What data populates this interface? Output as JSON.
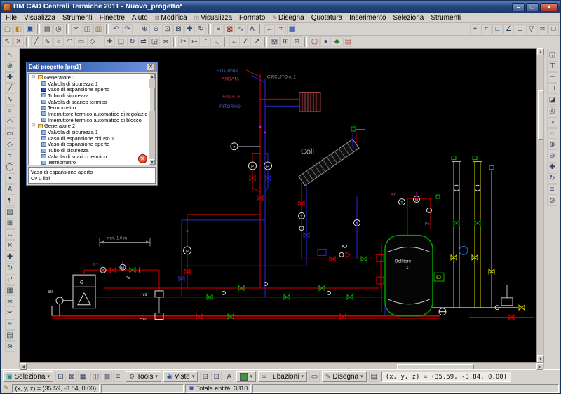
{
  "window": {
    "title": "BM CAD Centrali Termiche 2011 - Nuovo_progetto*",
    "minimize": "–",
    "maximize": "□",
    "close": "✕"
  },
  "menu": {
    "items": [
      {
        "label": "File"
      },
      {
        "label": "Visualizza"
      },
      {
        "label": "Strumenti"
      },
      {
        "label": "Finestre"
      },
      {
        "label": "Aiuto"
      },
      {
        "label": "Modifica",
        "icon": "⊞",
        "icon_name": "modifica-menu-icon",
        "icon_color": "#777"
      },
      {
        "label": "Visualizza",
        "icon": "◫",
        "icon_name": "visualizza-menu-icon",
        "icon_color": "#777"
      },
      {
        "label": "Formato"
      },
      {
        "label": "Disegna",
        "icon": "✎",
        "icon_name": "disegna-menu-icon",
        "icon_color": "#a05a20"
      },
      {
        "label": "Quotatura"
      },
      {
        "label": "Inserimento"
      },
      {
        "label": "Seleziona"
      },
      {
        "label": "Strumenti"
      }
    ]
  },
  "toolbars": {
    "row1": [
      {
        "n": "new-file",
        "g": "▢",
        "c": "#7a6a2a"
      },
      {
        "n": "open-file",
        "g": "◧",
        "c": "#b08820"
      },
      {
        "n": "save-file",
        "g": "▣",
        "c": "#2a50a0"
      },
      {
        "sep": true
      },
      {
        "n": "print",
        "g": "▤",
        "c": "#444"
      },
      {
        "n": "print-preview",
        "g": "◎",
        "c": "#444"
      },
      {
        "sep": true
      },
      {
        "n": "cut",
        "g": "✂",
        "c": "#555"
      },
      {
        "n": "copy",
        "g": "◫",
        "c": "#555"
      },
      {
        "n": "paste",
        "g": "▥",
        "c": "#7a5a20"
      },
      {
        "sep": true
      },
      {
        "n": "undo",
        "g": "↶",
        "c": "#2a50a0"
      },
      {
        "n": "redo",
        "g": "↷",
        "c": "#2a50a0"
      },
      {
        "sep": true
      },
      {
        "n": "zoom-in",
        "g": "⊕"
      },
      {
        "n": "zoom-out",
        "g": "⊖"
      },
      {
        "n": "zoom-window",
        "g": "⊡"
      },
      {
        "n": "zoom-extents",
        "g": "⊠"
      },
      {
        "n": "pan",
        "g": "✚"
      },
      {
        "n": "regen",
        "g": "↻"
      },
      {
        "sep": true
      },
      {
        "n": "layers",
        "g": "≡",
        "c": "#2a7a2a"
      },
      {
        "n": "layer-color",
        "g": "▩",
        "c": "#a03030"
      },
      {
        "n": "linetype",
        "g": "∿"
      },
      {
        "n": "text-style",
        "g": "A"
      },
      {
        "sep": true
      },
      {
        "n": "distance",
        "g": "↔"
      },
      {
        "n": "area",
        "g": "⌗"
      },
      {
        "n": "properties",
        "g": "▦",
        "c": "#2a50a0"
      }
    ],
    "row1_right": [
      {
        "n": "osnap",
        "g": "⌖"
      },
      {
        "n": "grid",
        "g": "⌗"
      },
      {
        "n": "ortho",
        "g": "∟"
      },
      {
        "n": "polar",
        "g": "∠"
      },
      {
        "n": "object-track",
        "g": "⊥"
      },
      {
        "n": "dynamic-input",
        "g": "▽"
      },
      {
        "n": "lineweight",
        "g": "≍"
      },
      {
        "n": "model-space",
        "g": "□"
      }
    ],
    "row2": [
      {
        "n": "select",
        "g": "↖"
      },
      {
        "n": "erase",
        "g": "✕",
        "c": "#a03030"
      },
      {
        "sep": true
      },
      {
        "n": "line",
        "g": "╱"
      },
      {
        "n": "polyline",
        "g": "∿"
      },
      {
        "n": "circle",
        "g": "○"
      },
      {
        "n": "arc",
        "g": "◠"
      },
      {
        "n": "rectangle",
        "g": "▭"
      },
      {
        "n": "polygon",
        "g": "◇"
      },
      {
        "sep": true
      },
      {
        "n": "move",
        "g": "✚"
      },
      {
        "n": "copy-object",
        "g": "◫"
      },
      {
        "n": "rotate",
        "g": "↻"
      },
      {
        "n": "mirror",
        "g": "⇄"
      },
      {
        "n": "scale",
        "g": "◲"
      },
      {
        "n": "offset",
        "g": "≍"
      },
      {
        "sep": true
      },
      {
        "n": "trim",
        "g": "✂"
      },
      {
        "n": "extend",
        "g": "↦"
      },
      {
        "n": "fillet",
        "g": "◜"
      },
      {
        "n": "chamfer",
        "g": "◟"
      },
      {
        "sep": true
      },
      {
        "n": "dim-linear",
        "g": "↔"
      },
      {
        "n": "dim-angular",
        "g": "∠"
      },
      {
        "n": "leader",
        "g": "↗"
      },
      {
        "sep": true
      },
      {
        "n": "hatch",
        "g": "▨"
      },
      {
        "n": "insert-block",
        "g": "⊞"
      },
      {
        "n": "explode",
        "g": "⊛"
      },
      {
        "sep": true
      },
      {
        "n": "boiler-symbol",
        "g": "▢",
        "c": "#a03030"
      },
      {
        "n": "pump-symbol",
        "g": "●",
        "c": "#2a50a0"
      },
      {
        "n": "valve-symbol",
        "g": "◆",
        "c": "#2a7a2a"
      },
      {
        "n": "radiator-symbol",
        "g": "▤",
        "c": "#a03030"
      }
    ],
    "left": [
      {
        "n": "select-pointer",
        "g": "↖"
      },
      {
        "n": "zoom",
        "g": "⊕"
      },
      {
        "n": "pan",
        "g": "✚"
      },
      {
        "n": "line",
        "g": "╱"
      },
      {
        "n": "polyline",
        "g": "∿"
      },
      {
        "n": "circle",
        "g": "○"
      },
      {
        "n": "arc",
        "g": "◠"
      },
      {
        "n": "rectangle",
        "g": "▭"
      },
      {
        "n": "polygon",
        "g": "◇"
      },
      {
        "n": "spline",
        "g": "≈"
      },
      {
        "n": "ellipse",
        "g": "◯"
      },
      {
        "n": "point",
        "g": "•"
      },
      {
        "n": "text",
        "g": "A"
      },
      {
        "n": "mtext",
        "g": "¶"
      },
      {
        "n": "hatch",
        "g": "▨"
      },
      {
        "n": "block",
        "g": "⊞"
      },
      {
        "n": "dimension",
        "g": "↔"
      },
      {
        "n": "erase",
        "g": "✕"
      },
      {
        "n": "move",
        "g": "✚"
      },
      {
        "n": "rotate",
        "g": "↻"
      },
      {
        "n": "mirror",
        "g": "⇄"
      },
      {
        "n": "array",
        "g": "▦"
      },
      {
        "n": "offset",
        "g": "≍"
      },
      {
        "n": "trim",
        "g": "✂"
      },
      {
        "n": "properties",
        "g": "≡"
      },
      {
        "n": "layers",
        "g": "▤"
      },
      {
        "n": "settings",
        "g": "⊗"
      }
    ],
    "right": [
      {
        "n": "named-views",
        "g": "◱"
      },
      {
        "n": "top-view",
        "g": "⊤"
      },
      {
        "n": "front-view",
        "g": "⊢"
      },
      {
        "n": "side-view",
        "g": "⊣"
      },
      {
        "n": "iso-view",
        "g": "◪"
      },
      {
        "n": "orbit",
        "g": "◎"
      },
      {
        "n": "shade",
        "g": "◑"
      },
      {
        "n": "wireframe",
        "g": "◌"
      },
      {
        "n": "zoom-in",
        "g": "⊕"
      },
      {
        "n": "zoom-out",
        "g": "⊖"
      },
      {
        "n": "pan",
        "g": "✚"
      },
      {
        "n": "regen",
        "g": "↻"
      },
      {
        "n": "layer-manager",
        "g": "≡"
      },
      {
        "n": "options",
        "g": "⊘"
      }
    ]
  },
  "palette": {
    "title": "Dati progetto [prg1]",
    "close_glyph": "✕",
    "cancel_glyph": "✕",
    "tree": [
      {
        "level": 0,
        "label": "Generatore 1",
        "expanded": true
      },
      {
        "level": 1,
        "label": "Valvola di sicurezza 1"
      },
      {
        "level": 1,
        "label": "Vaso di espansione aperto",
        "selected": true
      },
      {
        "level": 1,
        "label": "Tubo di sicurezza"
      },
      {
        "level": 1,
        "label": "Valvola di scarico termico"
      },
      {
        "level": 1,
        "label": "Termometro"
      },
      {
        "level": 1,
        "label": "Interruttore termico automatico di regolazione"
      },
      {
        "level": 1,
        "label": "Interruttore termico automatico di blocco"
      },
      {
        "level": 0,
        "label": "Generatore 2",
        "expanded": true
      },
      {
        "level": 1,
        "label": "Valvola di sicurezza 1"
      },
      {
        "level": 1,
        "label": "Vaso di espansione chiuso 1"
      },
      {
        "level": 1,
        "label": "Vaso di espansione aperto"
      },
      {
        "level": 1,
        "label": "Tubo di sicurezza"
      },
      {
        "level": 1,
        "label": "Valvola di scarico termico"
      },
      {
        "level": 1,
        "label": "Termometro"
      }
    ],
    "detail_line1": "Vaso di espansione aperto",
    "detail_line2": "Cv 0 litri"
  },
  "canvas": {
    "labels": {
      "ritorno_top": "RITORNO",
      "andata_top": "ANDATA",
      "circuito": "CIRCUITO n. 1",
      "andata_mid": "ANDATA",
      "ritorno_mid": "RITORNO",
      "coll": "Coll",
      "bollitore": "Bollitore",
      "bollitore_num": "1",
      "generator": "G",
      "burner": "Br",
      "bt_left": "BT",
      "bt_right": "BT",
      "po_left": "Po",
      "po_right": "Po",
      "hvs": "Hvs",
      "hvo": "Hvo",
      "dim": "min. 1.0 m",
      "p": "P",
      "t": "T",
      "m": "M"
    }
  },
  "bottom_bar": {
    "segments": [
      {
        "type": "dd",
        "name": "seleziona",
        "icon": "▣",
        "icon_color": "#2a8a8a",
        "label": "Seleziona"
      },
      {
        "type": "icons",
        "items": [
          {
            "n": "select-window",
            "g": "⊡"
          },
          {
            "n": "select-crossing",
            "g": "⊠"
          },
          {
            "n": "select-all",
            "g": "▦"
          }
        ]
      },
      {
        "type": "icons",
        "items": [
          {
            "n": "copy",
            "g": "◫"
          },
          {
            "n": "paste",
            "g": "▥"
          },
          {
            "n": "properties",
            "g": "≡"
          }
        ]
      },
      {
        "type": "dd",
        "name": "tools",
        "icon": "⚙",
        "icon_color": "#555",
        "label": "Tools"
      },
      {
        "type": "dd",
        "name": "viste",
        "icon": "◉",
        "icon_color": "#2a50a0",
        "label": "Viste"
      },
      {
        "type": "icons",
        "items": [
          {
            "n": "zoom-previous",
            "g": "⊟"
          },
          {
            "n": "zoom-window",
            "g": "⊡"
          }
        ]
      },
      {
        "type": "icons",
        "items": [
          {
            "n": "text-cursor",
            "g": "A"
          }
        ]
      },
      {
        "type": "swatch",
        "name": "active-layer-color",
        "color": "#3a9a3a"
      },
      {
        "type": "dd",
        "name": "tubazioni",
        "icon": "≍",
        "icon_color": "#a03030",
        "label": "Tubazioni"
      },
      {
        "type": "icons",
        "items": [
          {
            "n": "pipe-segment",
            "g": "▭"
          }
        ]
      },
      {
        "type": "dd",
        "name": "disegna",
        "icon": "✎",
        "icon_color": "#7a5a20",
        "label": "Disegna"
      },
      {
        "type": "icons",
        "items": [
          {
            "n": "schematic",
            "g": "▤"
          }
        ]
      },
      {
        "type": "coords",
        "value": "(x, y, z) = (35.59, -3.84, 0.00)"
      }
    ]
  },
  "status_bar": {
    "coords": "(x, y, z) = (35.59, -3.84, 0.00)",
    "total": "Totale entità: 3310"
  },
  "colors": {
    "pipe_red": "#d40000",
    "pipe_blue": "#2828d4",
    "pipe_yellow": "#cfcf00",
    "valve_green": "#00b000",
    "tank_green": "#00a000",
    "canvas_bg": "#000000",
    "chrome": "#d6d3ce",
    "titlebar_blue": "#28477e"
  }
}
